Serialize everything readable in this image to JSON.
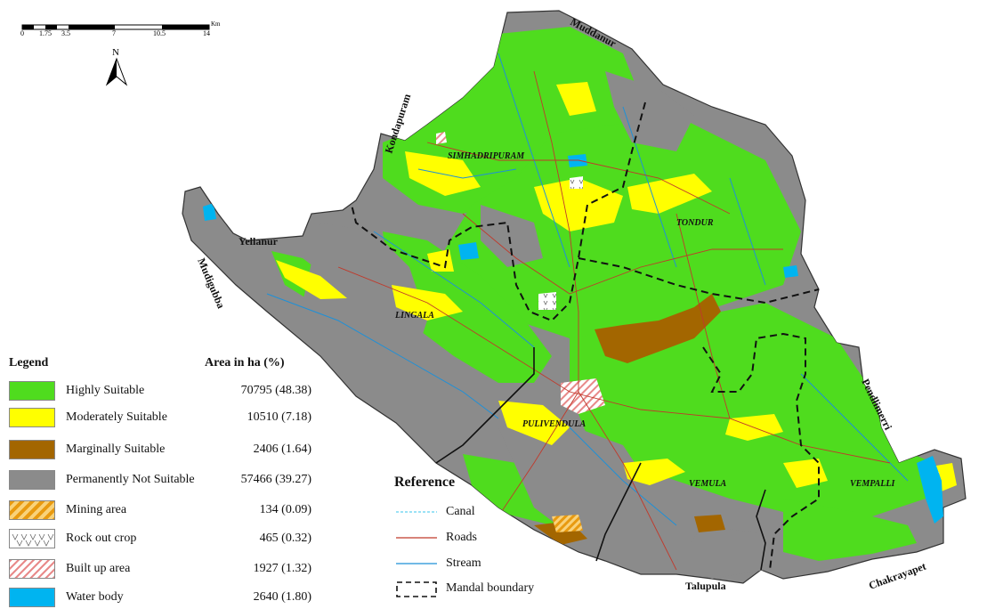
{
  "scalebar": {
    "unit": "Km",
    "ticks": [
      "0",
      "1.75",
      "3.5",
      "7",
      "10.5",
      "14"
    ]
  },
  "north_arrow": {
    "label": "N"
  },
  "place_labels": {
    "muddanur": "Muddanur",
    "kondapuram": "Kondapuram",
    "yellanur": "Yellanur",
    "mudigubba": "Mudigubba",
    "pendlimerri": "Pendlimerri",
    "chakrayapet": "Chakrayapet",
    "talupula": "Talupula"
  },
  "mandal_labels": {
    "simhadripuram": "SIMHADRIPURAM",
    "tondur": "TONDUR",
    "lingala": "LINGALA",
    "pulivendula": "PULIVENDULA",
    "vemula": "VEMULA",
    "vempalli": "VEMPALLI"
  },
  "legend": {
    "title": "Legend",
    "value_header": "Area in ha (%)",
    "items": [
      {
        "label": "Highly Suitable",
        "value": "70795 (48.38)",
        "color": "#4fdc1e"
      },
      {
        "label": "Moderately Suitable",
        "value": "10510 (7.18)",
        "color": "#ffff00"
      },
      {
        "label": "Marginally Suitable",
        "value": "2406 (1.64)",
        "color": "#a36600"
      },
      {
        "label": "Permanently Not Suitable",
        "value": "57466 (39.27)",
        "color": "#8b8b8b"
      },
      {
        "label": "Mining area",
        "value": "134 (0.09)",
        "color": "#f3a621"
      },
      {
        "label": "Rock out crop",
        "value": "465 (0.32)",
        "color": "#ffffff"
      },
      {
        "label": "Built up area",
        "value": "1927 (1.32)",
        "color": "#f2a0a0"
      },
      {
        "label": "Water body",
        "value": "2640 (1.80)",
        "color": "#00b4f0"
      }
    ]
  },
  "reference": {
    "title": "Reference",
    "items": [
      {
        "label": "Canal",
        "color": "#5fd0f0"
      },
      {
        "label": "Roads",
        "color": "#c0392b"
      },
      {
        "label": "Stream",
        "color": "#1e90d8"
      },
      {
        "label": "Mandal boundary",
        "color": "#111111"
      }
    ]
  }
}
